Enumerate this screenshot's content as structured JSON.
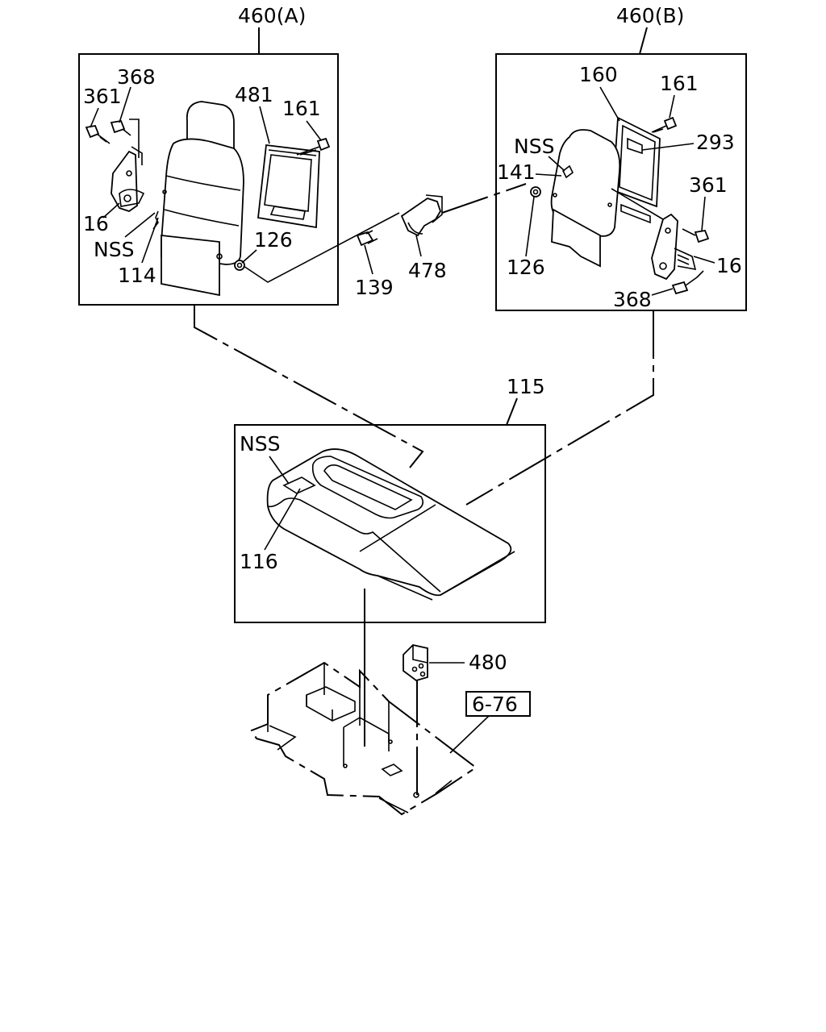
{
  "diagram": {
    "assembly_a": {
      "label": "460(A)"
    },
    "assembly_b": {
      "label": "460(B)"
    },
    "cushion_assembly": {
      "label": "115"
    },
    "reference": {
      "label": "6-76"
    },
    "callouts": {
      "a_368": "368",
      "a_361": "361",
      "a_481": "481",
      "a_161": "161",
      "a_16": "16",
      "a_nss": "NSS",
      "a_114": "114",
      "a_126": "126",
      "c_139": "139",
      "c_478": "478",
      "b_160": "160",
      "b_161": "161",
      "b_nss": "NSS",
      "b_293": "293",
      "b_141": "141",
      "b_361": "361",
      "b_126": "126",
      "b_16": "16",
      "b_368": "368",
      "cush_nss": "NSS",
      "cush_116": "116",
      "f_480": "480"
    }
  }
}
